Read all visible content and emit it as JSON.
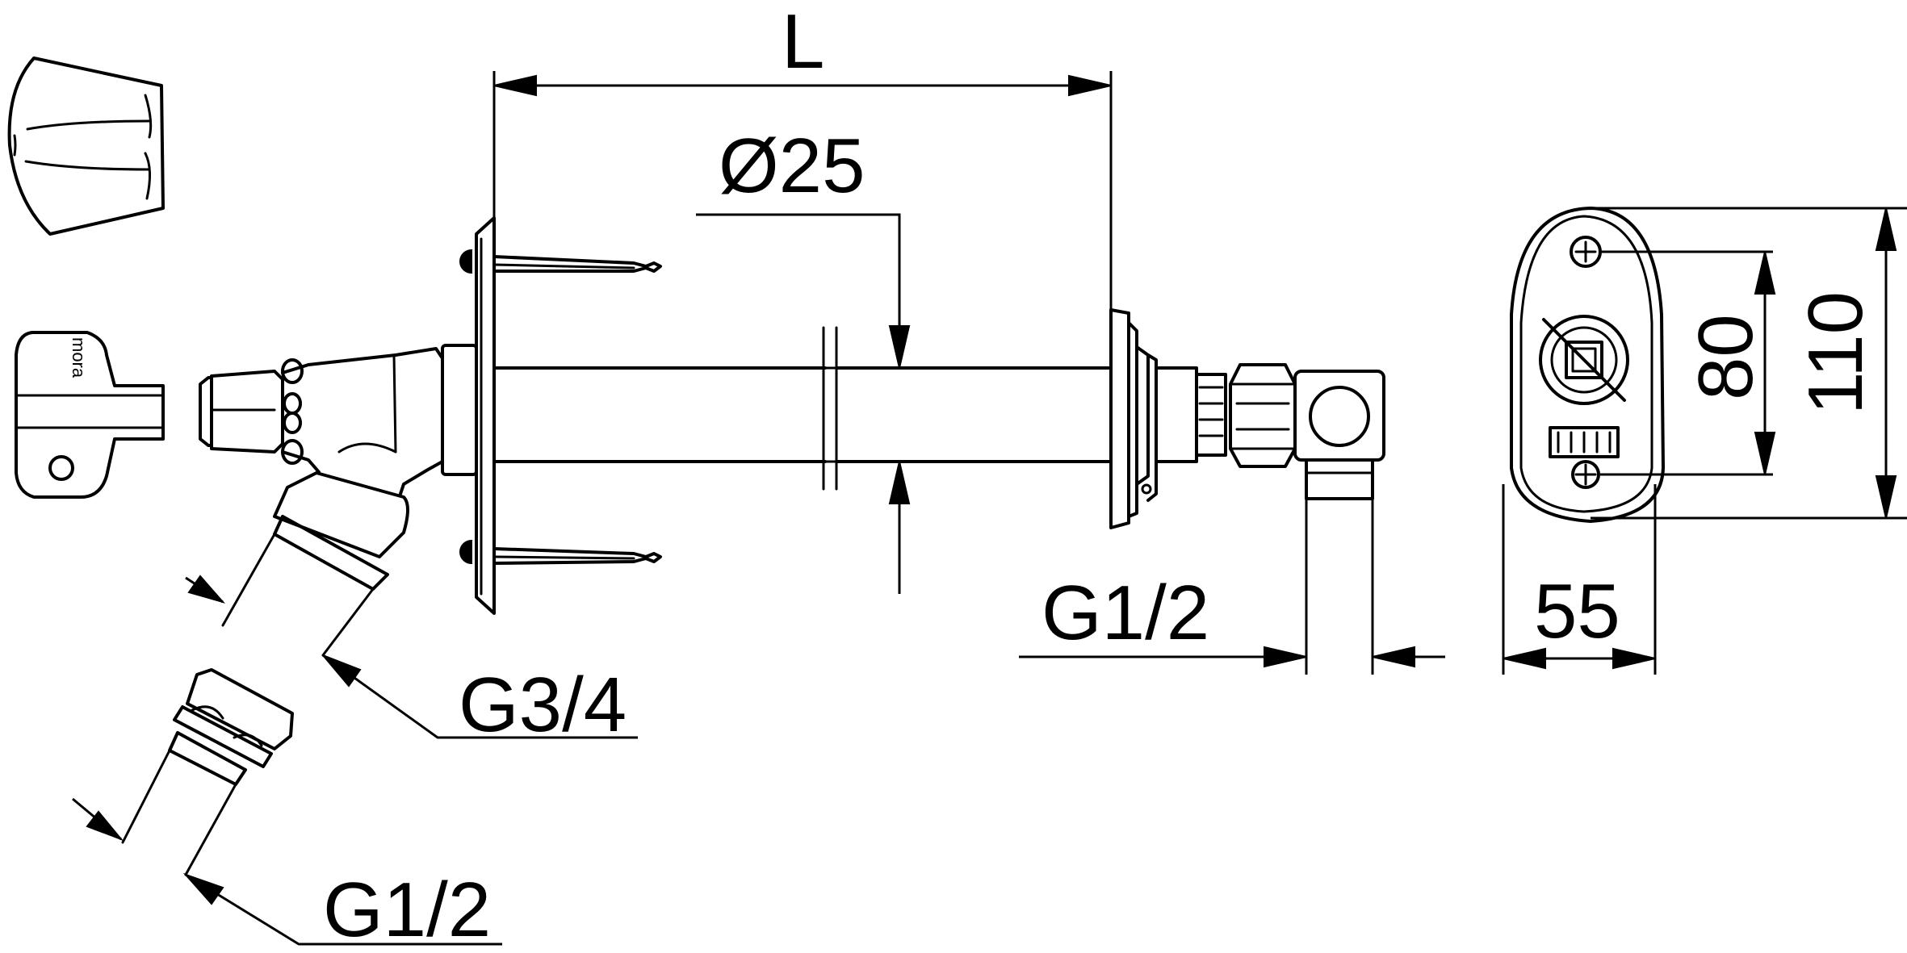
{
  "labels": {
    "length": "L",
    "pipe_diameter": "Ø25",
    "outlet_thread": "G3/4",
    "adapter_thread": "G1/2",
    "inlet_thread": "G1/2",
    "plate_width": "55",
    "hole_spacing": "80",
    "plate_height": "110",
    "key_brand": "mora"
  }
}
